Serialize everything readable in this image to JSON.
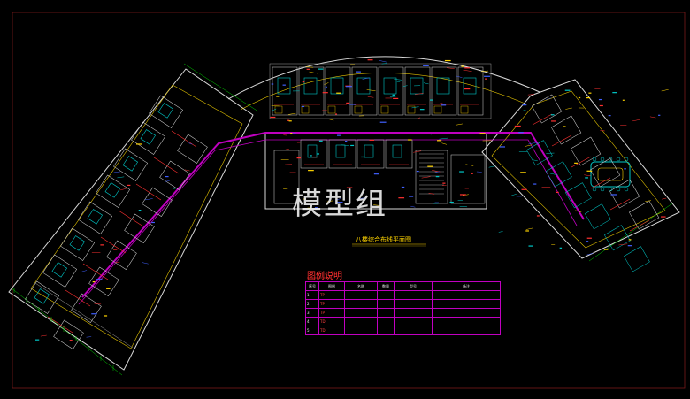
{
  "watermark": "模型组",
  "drawing_title": "八楼综合布线平面图",
  "legend": {
    "title": "图例说明",
    "headers": [
      "序号",
      "图例",
      "名称",
      "数量",
      "型号",
      "备注"
    ],
    "rows": [
      {
        "no": "1",
        "symbol": "TP",
        "name": "",
        "qty": "",
        "model": "",
        "note": ""
      },
      {
        "no": "2",
        "symbol": "TP",
        "name": "",
        "qty": "",
        "model": "",
        "note": ""
      },
      {
        "no": "3",
        "symbol": "TP",
        "name": "",
        "qty": "",
        "model": "",
        "note": ""
      },
      {
        "no": "4",
        "symbol": "TD",
        "name": "",
        "qty": "",
        "model": "",
        "note": ""
      },
      {
        "no": "5",
        "symbol": "TD",
        "name": "",
        "qty": "",
        "model": "",
        "note": ""
      }
    ]
  },
  "colors": {
    "background": "#000000",
    "walls": "#d8d8d8",
    "corridor": "#c000c0",
    "cabling": "#ff3030",
    "labels": "#ffd400",
    "fixtures": "#00c8c8",
    "dimensions": "#00d000",
    "accent": "#4060ff"
  }
}
